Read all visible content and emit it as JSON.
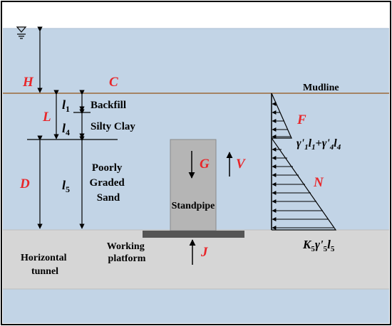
{
  "labels": {
    "mudline": "Mudline",
    "backfill": "Backfill",
    "silty_clay": "Silty Clay",
    "poorly_graded_sand": [
      "Poorly",
      "Graded",
      "Sand"
    ],
    "standpipe": "Standpipe",
    "horizontal_tunnel": [
      "Horizontal",
      "tunnel"
    ],
    "working_platform": [
      "Working",
      "platform"
    ]
  },
  "symbols": {
    "H": "H",
    "C": "C",
    "L": "L",
    "D": "D",
    "F": "F",
    "N": "N",
    "G": "G",
    "V": "V",
    "J": "J",
    "l1": "l",
    "l1_sub": "1",
    "l4": "l",
    "l4_sub": "4",
    "l5": "l",
    "l5_sub": "5"
  },
  "formulas": {
    "upper_pressure": {
      "g1": "γ'",
      "g1_sub": "1",
      "l1": "l",
      "l1_sub": "1",
      "plus": "+",
      "g4": "γ'",
      "g4_sub": "4",
      "l4": "l",
      "l4_sub": "4"
    },
    "lower_pressure": {
      "k": "K",
      "k_sub": "5",
      "g": "γ'",
      "g_sub": "5",
      "l": "l",
      "l_sub": "5"
    }
  },
  "colors": {
    "water": "#c2d4e6",
    "ground": "#d6d6d6",
    "standpipe": "#b5b5b5",
    "platform": "#555555",
    "mudline": "#9b6a3a",
    "red_symbol": "#e8262a"
  },
  "icons": {
    "water_level": "inverted-triangle-water-level-icon"
  }
}
